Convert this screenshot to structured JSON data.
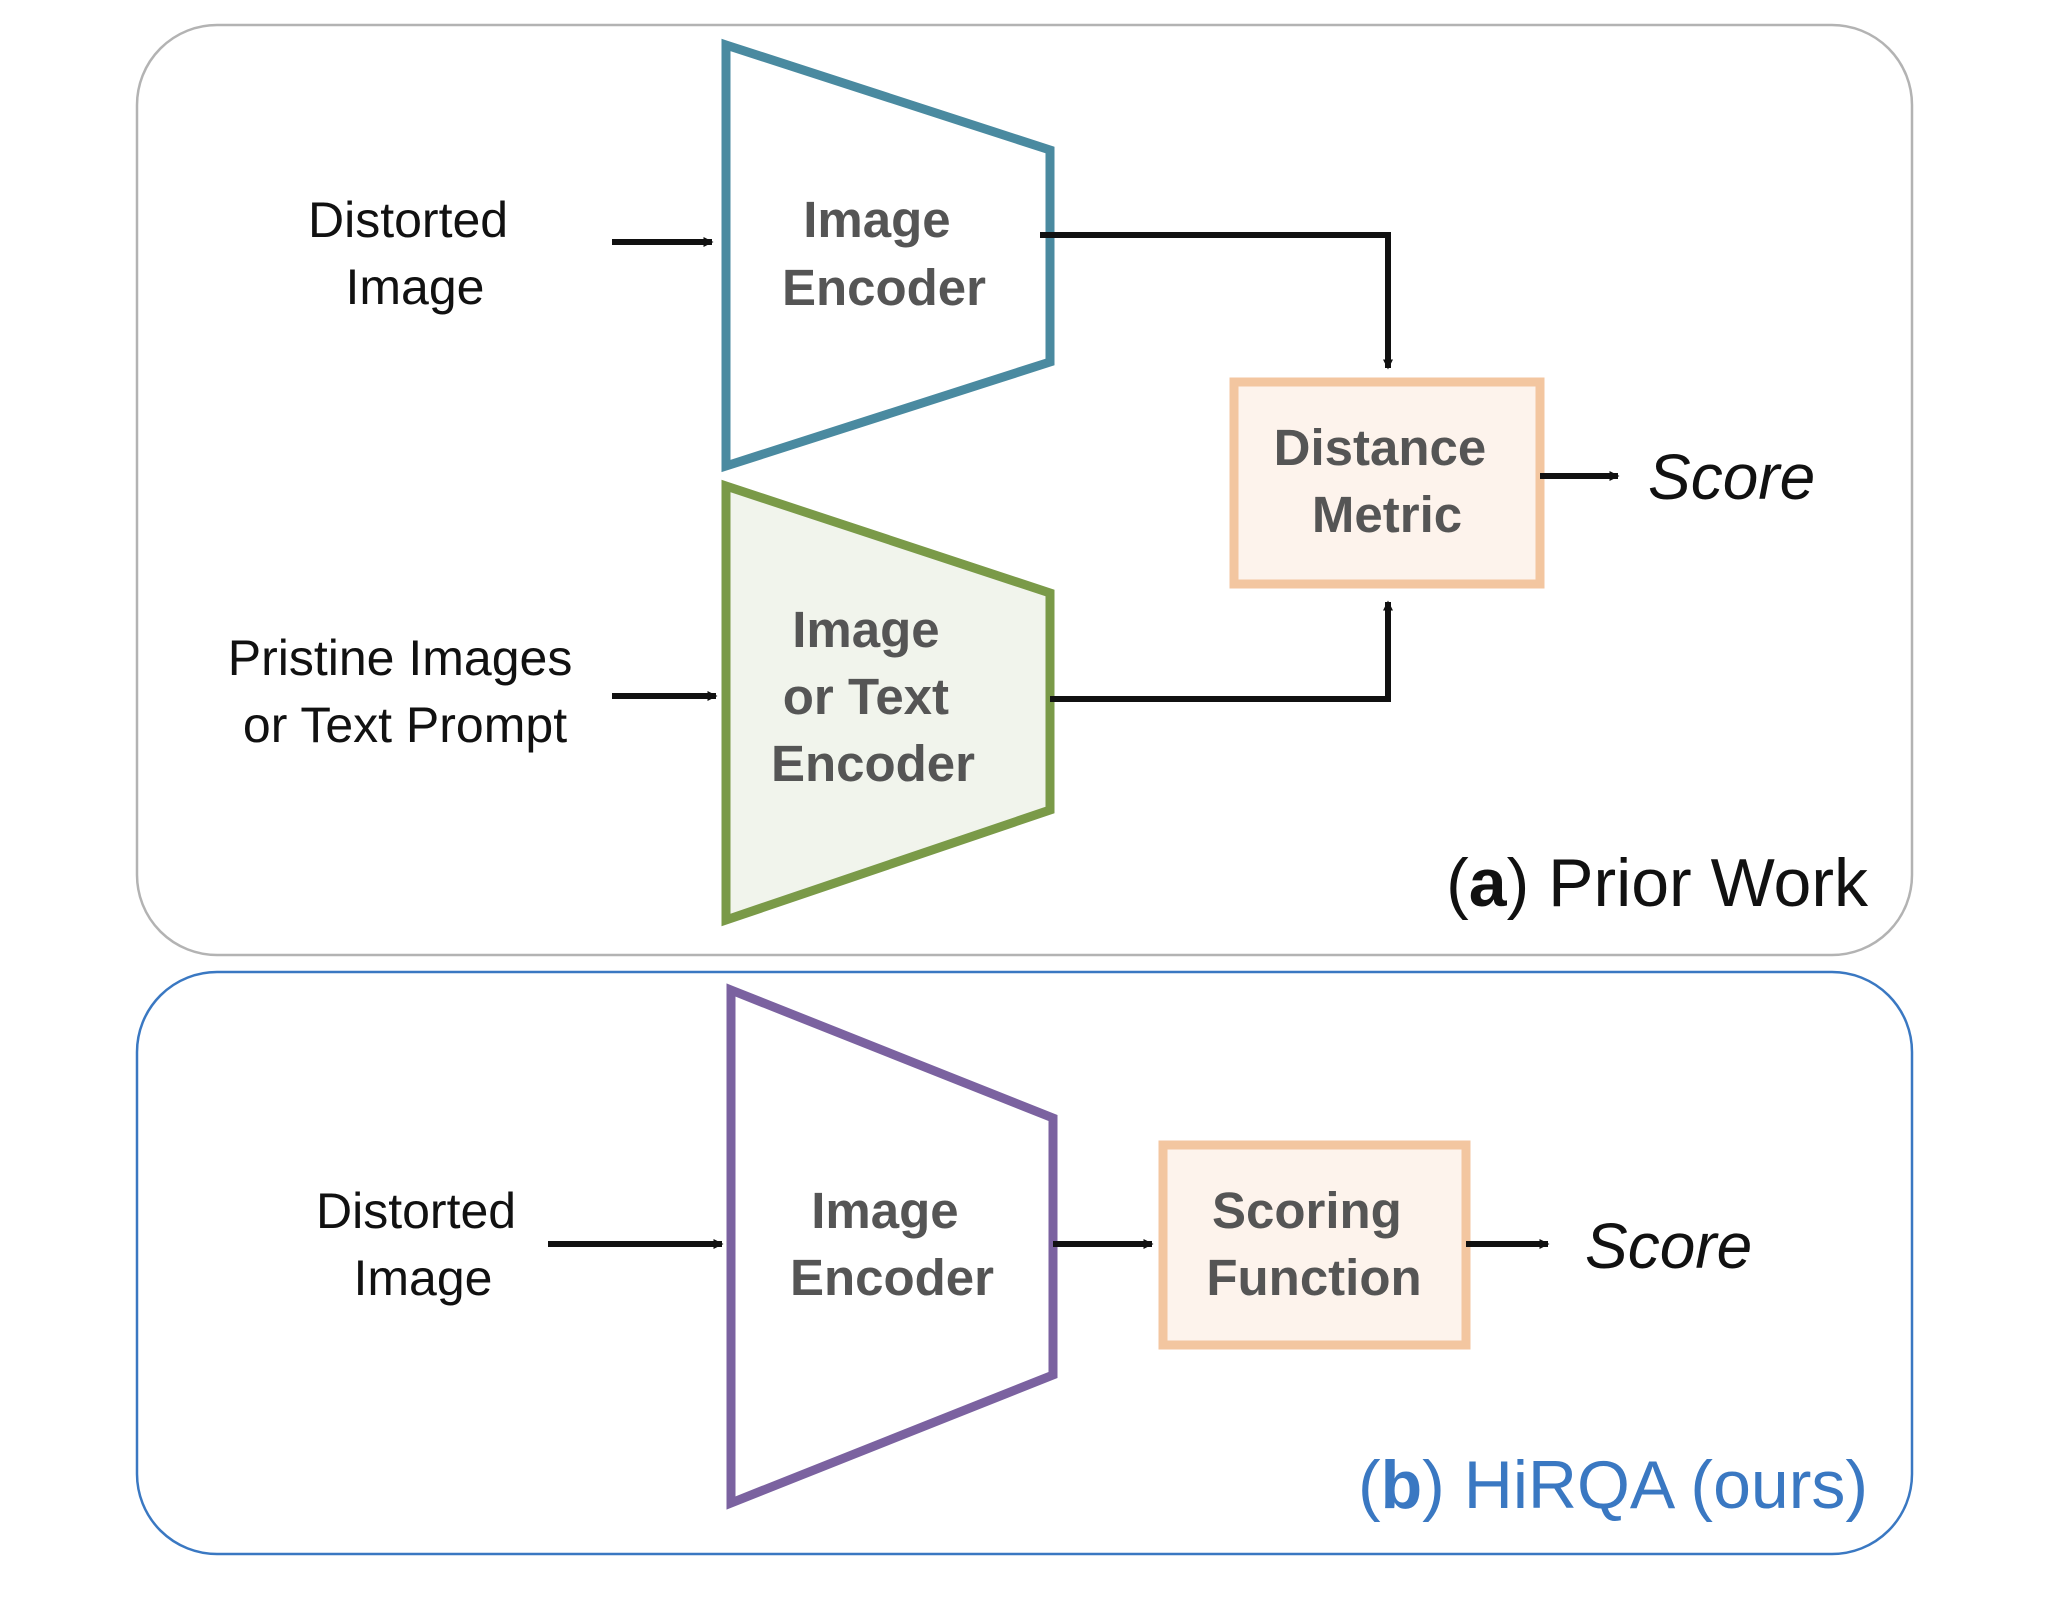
{
  "panel_a": {
    "input_top_line1": "Distorted",
    "input_top_line2": "Image",
    "encoder_top_line1": "Image",
    "encoder_top_line2": "Encoder",
    "input_bottom_line1": "Pristine Images",
    "input_bottom_line2": "or Text Prompt",
    "encoder_bottom_line1": "Image",
    "encoder_bottom_line2": "or Text",
    "encoder_bottom_line3": "Encoder",
    "metric_line1": "Distance",
    "metric_line2": "Metric",
    "output": "Score",
    "title_letter": "a",
    "title_text": ") Prior Work",
    "title_open": "("
  },
  "panel_b": {
    "input_line1": "Distorted",
    "input_line2": "Image",
    "encoder_line1": "Image",
    "encoder_line2": "Encoder",
    "scoring_line1": "Scoring",
    "scoring_line2": "Function",
    "output": "Score",
    "title_open": "(",
    "title_letter": "b",
    "title_text": ") HiRQA (ours)"
  },
  "colors": {
    "panel_a_border": "#b3b3b3",
    "panel_b_border": "#3a78c2",
    "encoder_a_top": "#4a8aa0",
    "encoder_a_bottom": "#7a9a48",
    "encoder_a_bottom_fill": "#f1f4ec",
    "encoder_b": "#7b62a0",
    "box_border": "#f3c6a0",
    "box_fill": "#fdf3ec",
    "title_b": "#3a78c2"
  }
}
